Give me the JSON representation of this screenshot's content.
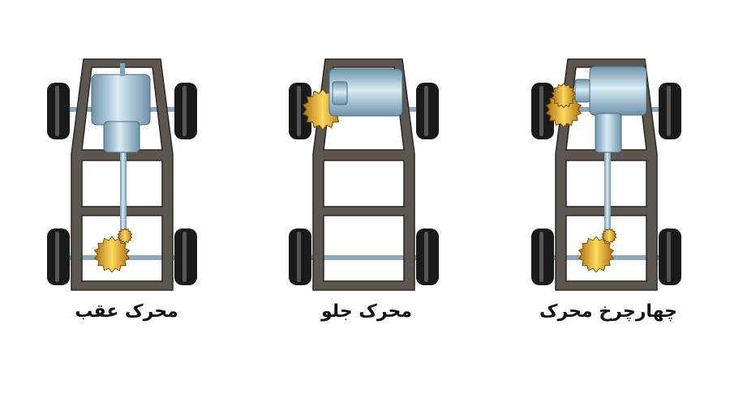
{
  "diagrams": [
    {
      "label": "محرک عقب",
      "motor": "rear"
    },
    {
      "label": "محرک جلو",
      "motor": "front"
    },
    {
      "label": "چهارچرخ محرک",
      "motor": "four-wheel"
    }
  ],
  "colors": {
    "frame": "#5b5650",
    "wheel": "#1a1a1a",
    "motor": "#9fc3d6",
    "gear": "#e0a820",
    "axle": "#8fa6b8"
  }
}
